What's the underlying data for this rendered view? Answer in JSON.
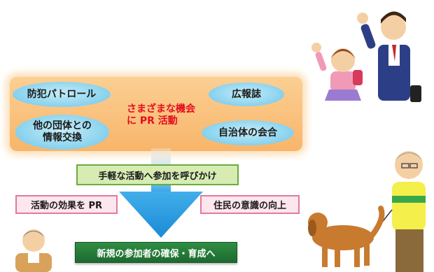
{
  "center_label": [
    "さまざまな機会",
    "に PR 活動"
  ],
  "ellipses": {
    "patrol": "防犯パトロール",
    "newsletter": "広報誌",
    "exchange": [
      "他の団体との",
      "情報交換"
    ],
    "council": "自治体の会合"
  },
  "boxes": {
    "call": "手軽な活動へ参加を呼びかけ",
    "effect": "活動の効果を PR",
    "awareness": "住民の意識の向上",
    "result": "新規の参加者の確保・育成へ"
  },
  "colors": {
    "panel": "#f8b56a",
    "ellipse": "#8fd5ef",
    "arrow": "#2aa0e0",
    "accent_red": "#e30e1f",
    "green_box": "#d6ecb3",
    "pink_box": "#fde6ee",
    "dark_green": "#1d6a2f"
  }
}
